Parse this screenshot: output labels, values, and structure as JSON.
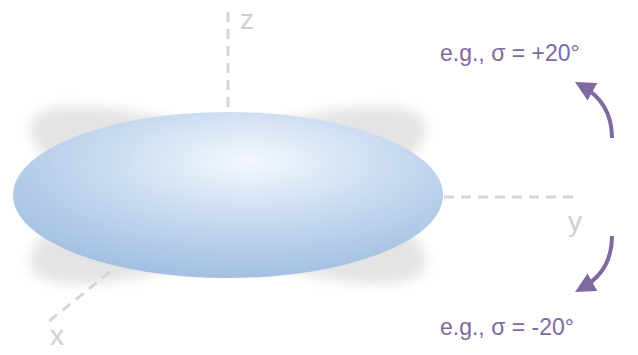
{
  "diagram": {
    "labels": [
      "z",
      "y",
      "x",
      "e.g., σ = +20°",
      "e.g., σ = -20°"
    ]
  }
}
